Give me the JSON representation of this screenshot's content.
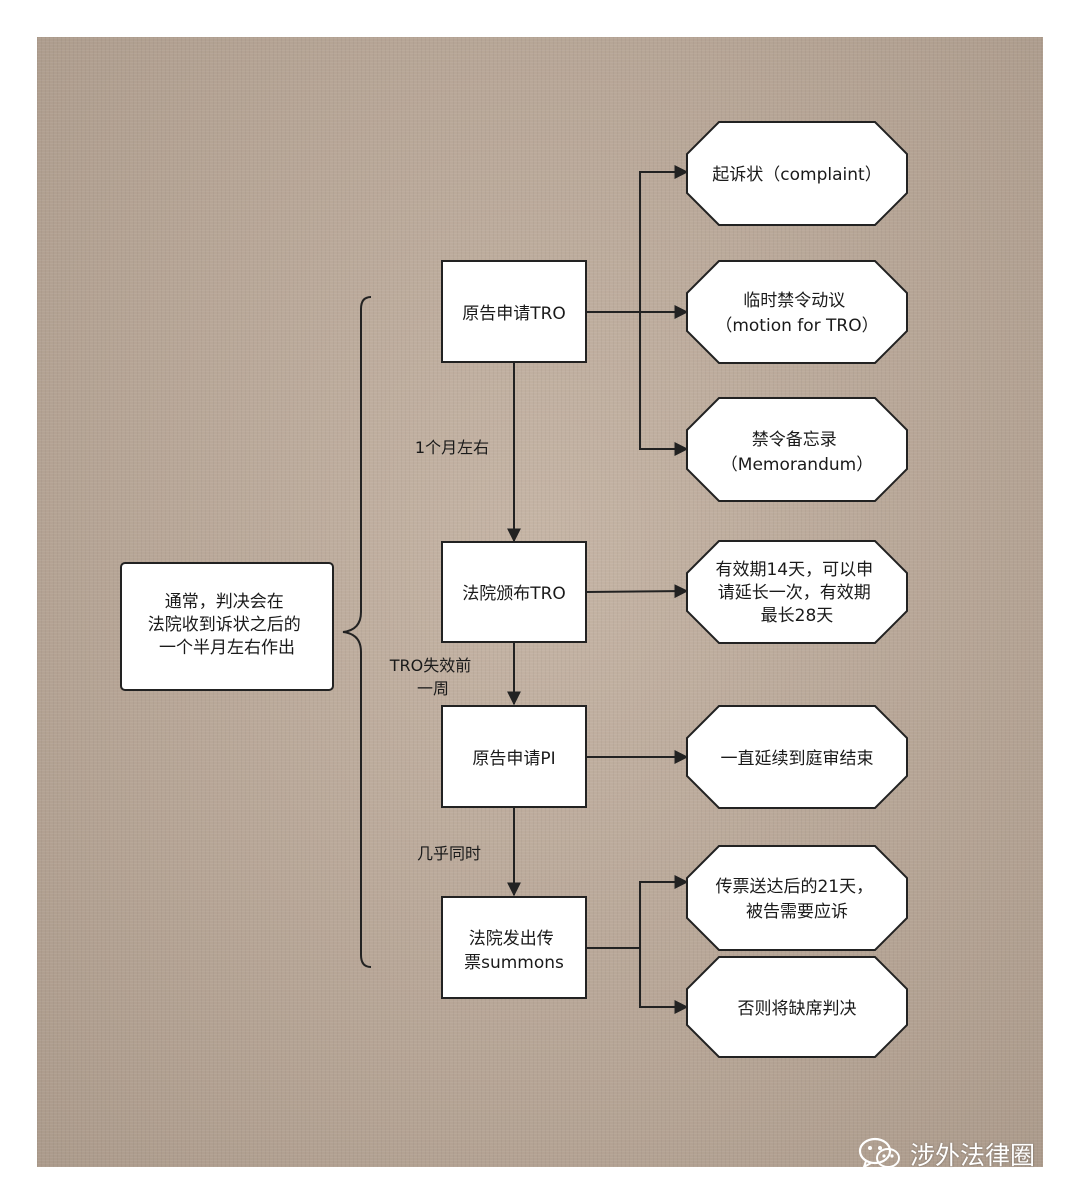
{
  "nodes": {
    "summary": {
      "lines": [
        "通常，判决会在",
        "法院收到诉状之后的",
        "一个半月左右作出"
      ]
    },
    "plaintiff_tro": {
      "lines": [
        "原告申请TRO"
      ]
    },
    "court_tro": {
      "lines": [
        "法院颁布TRO"
      ]
    },
    "plaintiff_pi": {
      "lines": [
        "原告申请PI"
      ]
    },
    "court_summons": {
      "lines": [
        "法院发出传",
        "票summons"
      ]
    },
    "complaint": {
      "lines": [
        "起诉状（complaint）"
      ]
    },
    "motion": {
      "lines": [
        "临时禁令动议",
        "（motion for TRO）"
      ]
    },
    "memorandum": {
      "lines": [
        "禁令备忘录",
        "（Memorandum）"
      ]
    },
    "validity": {
      "lines": [
        "有效期14天，可以申",
        "请延长一次，有效期",
        "最长28天"
      ]
    },
    "until_trial": {
      "lines": [
        "一直延续到庭审结束"
      ]
    },
    "respond": {
      "lines": [
        "传票送达后的21天，",
        "被告需要应诉"
      ]
    },
    "default": {
      "lines": [
        "否则将缺席判决"
      ]
    }
  },
  "edge_labels": {
    "one_month": [
      "1个月左右"
    ],
    "week_before": [
      "TRO失效前",
      "一周"
    ],
    "almost_same_time": [
      "几乎同时"
    ]
  },
  "watermark": {
    "text": "涉外法律圈",
    "icon": "wechat-icon"
  },
  "colors": {
    "background": "#bfac9b",
    "node_fill": "#ffffff",
    "stroke": "#222222"
  }
}
